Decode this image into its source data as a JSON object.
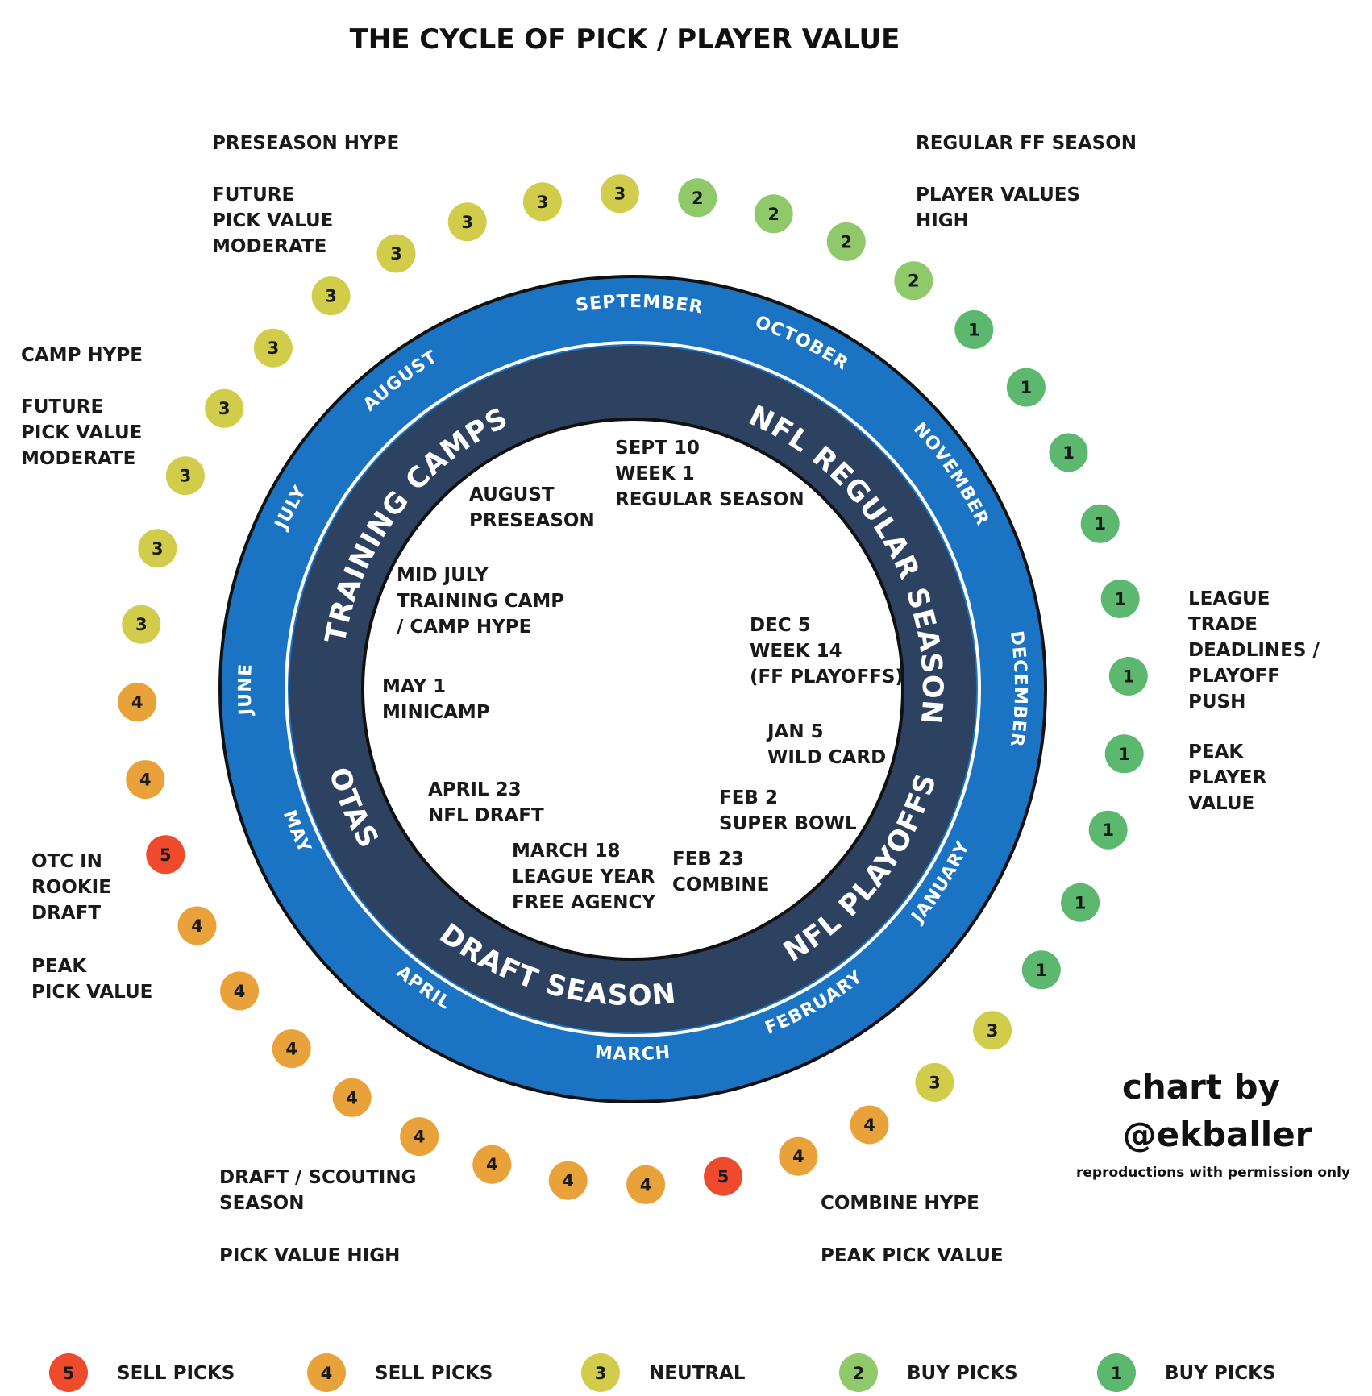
{
  "title": "THE CYCLE OF PICK / PLAYER VALUE",
  "colors": {
    "rating_1": "#5bb86e",
    "rating_2": "#8fc969",
    "rating_3": "#d1cc4a",
    "rating_4": "#e9a23a",
    "rating_5": "#ef4a2c",
    "outer_ring": "#1a73c3",
    "inner_ring": "#2d4160",
    "outline": "#111111"
  },
  "months": [
    "SEPTEMBER",
    "OCTOBER",
    "NOVEMBER",
    "DECEMBER",
    "JANUARY",
    "FEBRUARY",
    "MARCH",
    "APRIL",
    "MAY",
    "JUNE",
    "JULY",
    "AUGUST"
  ],
  "seasons": [
    "NFL REGULAR SEASON",
    "NFL PLAYOFFS",
    "DRAFT SEASON",
    "OTAS",
    "TRAINING CAMPS"
  ],
  "events": [
    [
      "SEPT 10",
      "WEEK  1",
      "REGULAR SEASON"
    ],
    [
      "AUGUST",
      "PRESEASON"
    ],
    [
      "MID JULY",
      "TRAINING CAMP",
      "/ CAMP HYPE"
    ],
    [
      "MAY 1",
      "MINICAMP"
    ],
    [
      "APRIL 23",
      "NFL DRAFT"
    ],
    [
      "MARCH 18",
      "LEAGUE YEAR",
      "FREE AGENCY"
    ],
    [
      "FEB 23",
      "COMBINE"
    ],
    [
      "FEB 2",
      "SUPER BOWL"
    ],
    [
      "JAN 5",
      "WILD CARD"
    ],
    [
      "DEC 5",
      "WEEK 14",
      "(FF PLAYOFFS)"
    ]
  ],
  "annotations": [
    [
      "PRESEASON HYPE"
    ],
    [
      "FUTURE",
      "PICK VALUE",
      "MODERATE"
    ],
    [
      "REGULAR FF SEASON"
    ],
    [
      "PLAYER VALUES",
      "HIGH"
    ],
    [
      "CAMP HYPE"
    ],
    [
      "FUTURE",
      "PICK VALUE",
      "MODERATE"
    ],
    [
      "LEAGUE",
      "TRADE",
      "DEADLINES /",
      "PLAYOFF",
      "PUSH"
    ],
    [
      "PEAK",
      "PLAYER",
      "VALUE"
    ],
    [
      "OTC IN",
      "ROOKIE",
      "DRAFT"
    ],
    [
      "PEAK",
      "PICK VALUE"
    ],
    [
      "DRAFT / SCOUTING",
      "SEASON"
    ],
    [
      "PICK VALUE HIGH"
    ],
    [
      "COMBINE HYPE"
    ],
    [
      "PEAK PICK VALUE"
    ]
  ],
  "value_dots": [
    3,
    3,
    2,
    2,
    2,
    2,
    1,
    1,
    1,
    1,
    1,
    1,
    1,
    1,
    1,
    1,
    3,
    3,
    4,
    4,
    5,
    4,
    4,
    4,
    4,
    4,
    4,
    4,
    4,
    5,
    4,
    4,
    3,
    3,
    3,
    3,
    3,
    3,
    3,
    3
  ],
  "legend": [
    {
      "value": 5,
      "label": "SELL PICKS"
    },
    {
      "value": 4,
      "label": "SELL PICKS"
    },
    {
      "value": 3,
      "label": "NEUTRAL"
    },
    {
      "value": 2,
      "label": "BUY PICKS"
    },
    {
      "value": 1,
      "label": "BUY PICKS"
    }
  ],
  "credit": {
    "line1": "chart by",
    "line2": "@ekballer",
    "line3": "reproductions with permission only"
  }
}
